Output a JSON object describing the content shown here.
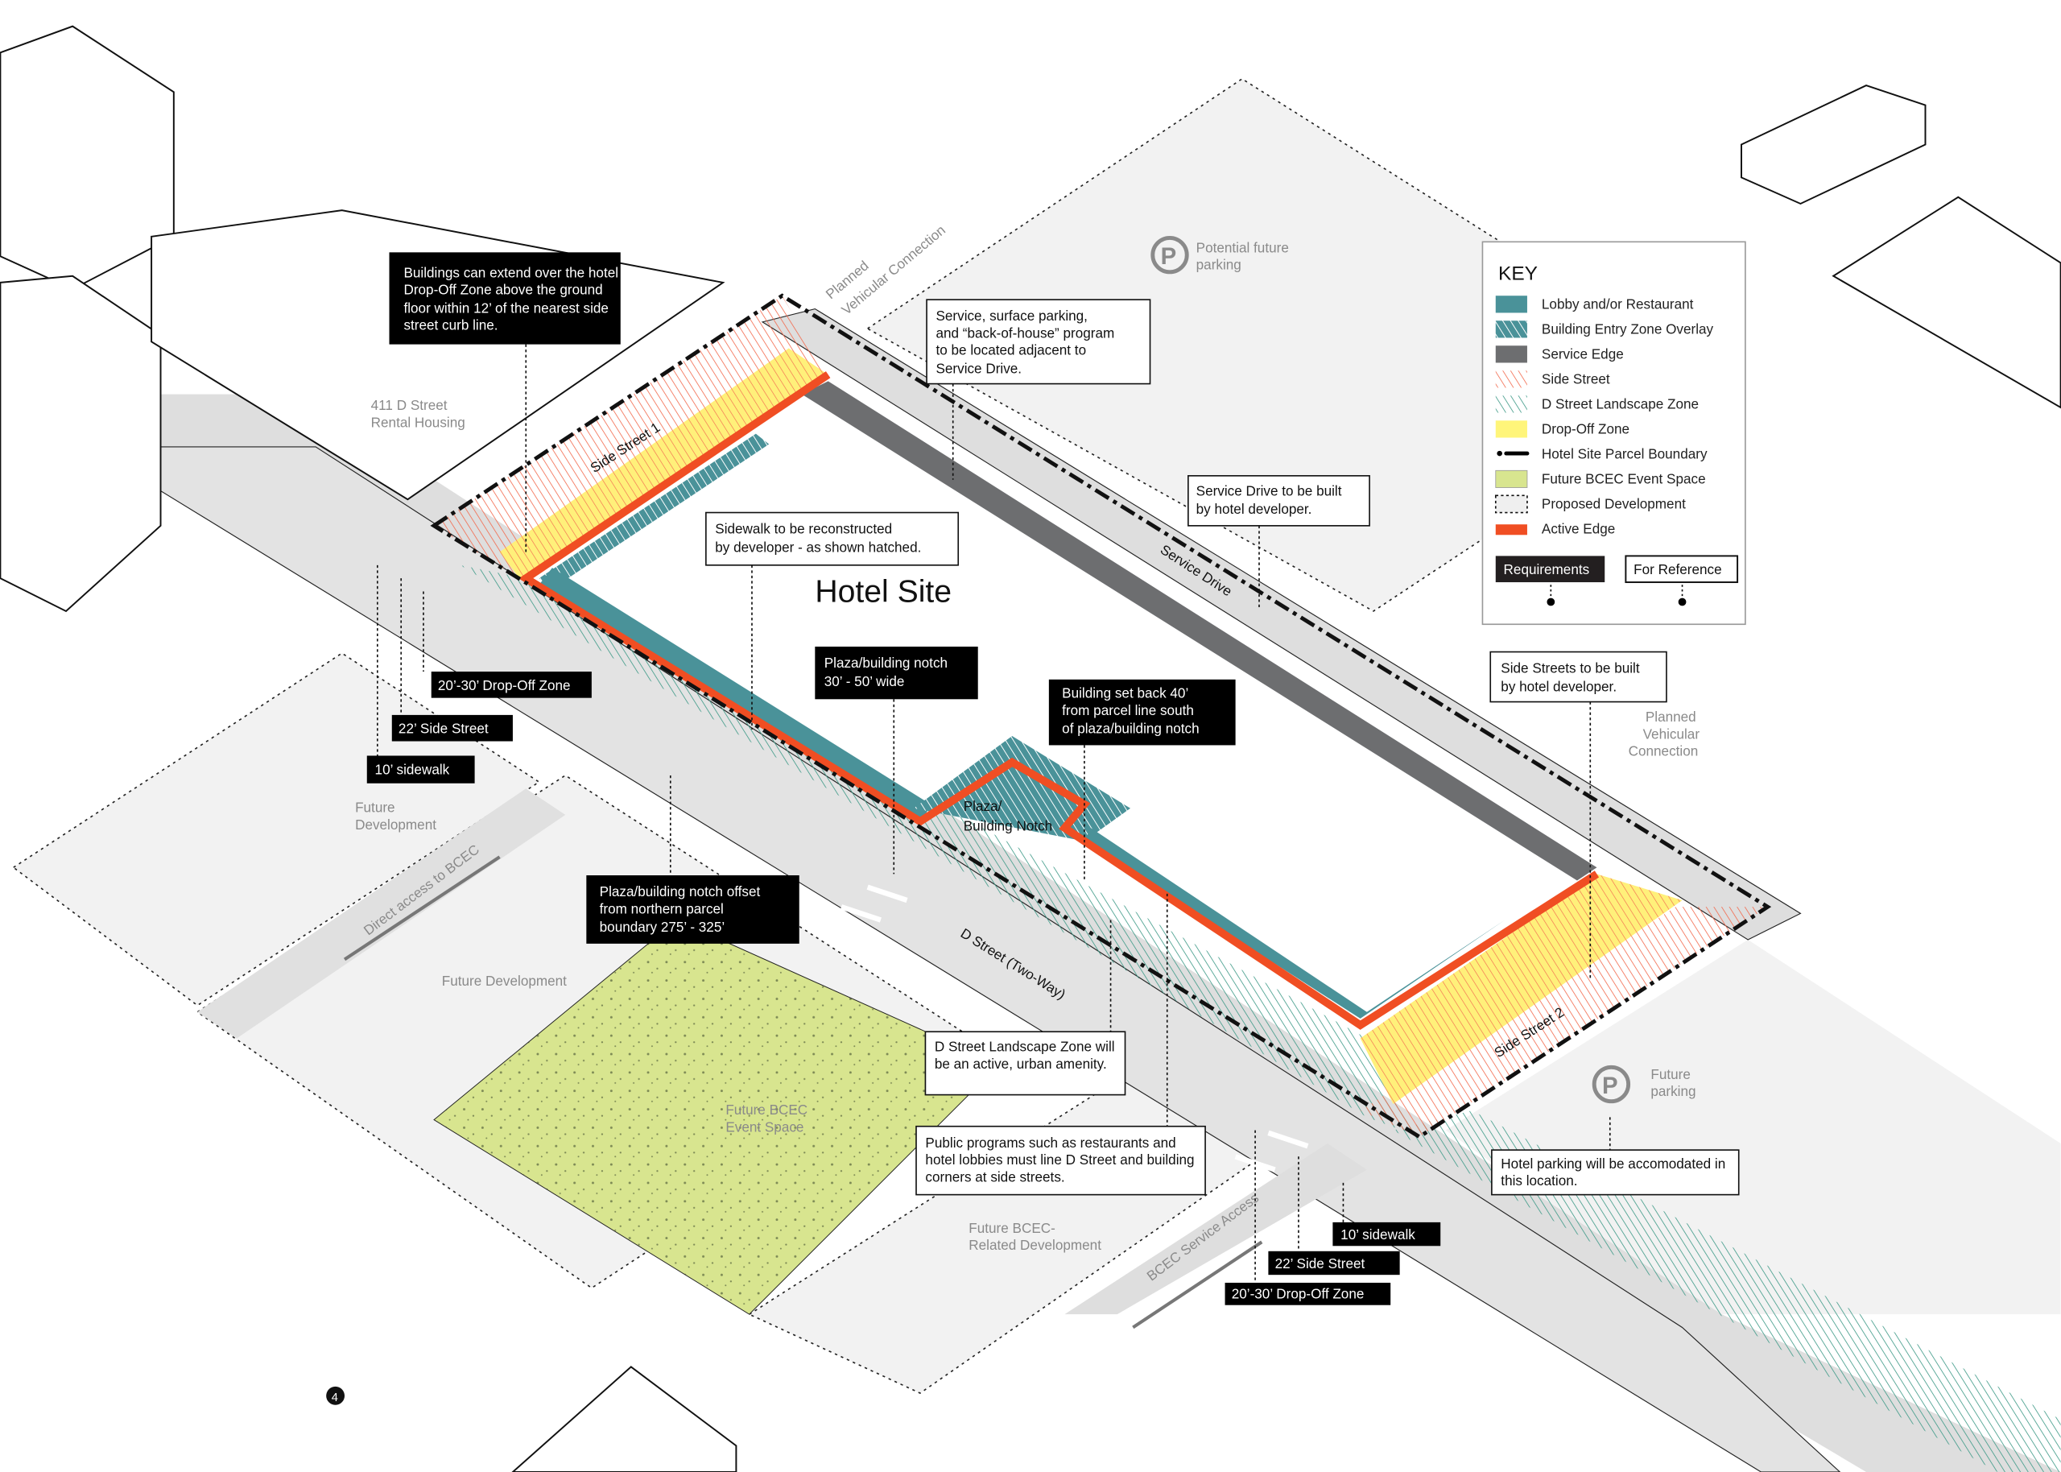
{
  "title": "Hotel Site",
  "key": {
    "heading": "KEY",
    "items": [
      {
        "label": "Lobby and/or Restaurant",
        "color": "#4a9299"
      },
      {
        "label": "Building Entry Zone Overlay",
        "color": "#4a9299"
      },
      {
        "label": "Service Edge",
        "color": "#6d6e70"
      },
      {
        "label": "Side Street",
        "color": "#f36b4f"
      },
      {
        "label": "D Street Landscape Zone",
        "color": "#3f9a88"
      },
      {
        "label": "Drop-Off Zone",
        "color": "#fff57a"
      },
      {
        "label": "Hotel Site Parcel Boundary",
        "color": "#000000"
      },
      {
        "label": "Future BCEC Event Space",
        "color": "#d8e58f"
      },
      {
        "label": "Proposed Development",
        "color": "#efefef"
      },
      {
        "label": "Active Edge",
        "color": "#f04e23"
      }
    ],
    "requirements": "Requirements",
    "reference": "For Reference"
  },
  "requirements": {
    "extend": [
      "Buildings can extend over the hotel",
      "Drop-Off Zone above the ground",
      "floor within 12’ of the nearest side",
      "street curb line."
    ],
    "notch_width": [
      "Plaza/building notch",
      "30’ - 50’ wide"
    ],
    "setback": [
      "Building set back 40’",
      "from parcel line south",
      "of plaza/building notch"
    ],
    "notch_offset": [
      "Plaza/building notch offset",
      "from northern parcel",
      "boundary 275’ - 325’"
    ],
    "dims_nw": [
      "20’-30’ Drop-Off Zone",
      "22’ Side Street",
      "10’ sidewalk"
    ],
    "dims_se": [
      "10’ sidewalk",
      "22’ Side Street",
      "20’-30’ Drop-Off Zone"
    ]
  },
  "references": {
    "service": [
      "Service, surface parking,",
      "and “back-of-house” program",
      "to be located adjacent to",
      "Service Drive."
    ],
    "service_drive": [
      "Service Drive to be built",
      "by hotel developer."
    ],
    "sidewalk": [
      "Sidewalk to be reconstructed",
      "by developer - as shown hatched."
    ],
    "side_streets": [
      "Side Streets to be built",
      "by hotel developer."
    ],
    "landscape": [
      "D Street Landscape Zone will",
      "be an active, urban amenity."
    ],
    "public": [
      "Public programs such as restaurants and",
      "hotel lobbies must line D Street and building",
      "corners at side streets."
    ],
    "parking": [
      "Hotel parking will be accomodated in",
      "this  location."
    ]
  },
  "map_labels": {
    "rental": [
      "411 D Street",
      "Rental Housing"
    ],
    "potential_parking": [
      "Potential future",
      "parking"
    ],
    "future_dev_left": [
      "Future",
      "Development"
    ],
    "future_dev": "Future Development",
    "event_space": [
      "Future BCEC",
      "Event Space"
    ],
    "bcec_related": [
      "Future BCEC-",
      "Related Development"
    ],
    "future_parking": [
      "Future",
      "parking"
    ],
    "planned_right": [
      "Planned",
      "Vehicular",
      "Connection"
    ],
    "planned_top": [
      "Planned",
      "Vehicular Connection"
    ],
    "direct_access": "Direct access to BCEC",
    "service_access": "BCEC Service Access",
    "plaza": [
      "Plaza/",
      "Building Notch"
    ],
    "d_street": "D Street (Two-Way)",
    "service_drive": "Service Drive",
    "side_street_1": "Side Street 1",
    "side_street_2": "Side Street 2",
    "parking_symbol": "P",
    "page_marker": "4"
  }
}
